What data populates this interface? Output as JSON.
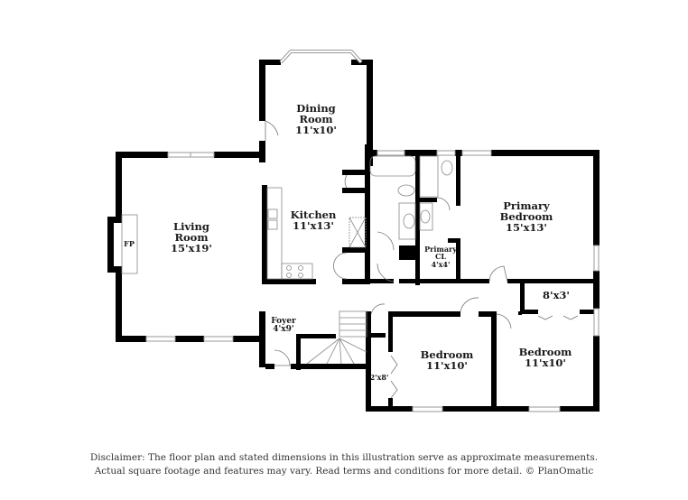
{
  "floor_plan": {
    "rooms": [
      {
        "id": "dining",
        "name_line1": "Dining",
        "name_line2": "Room",
        "dims": "11'x10'"
      },
      {
        "id": "living",
        "name_line1": "Living",
        "name_line2": "Room",
        "dims": "15'x19'"
      },
      {
        "id": "kitchen",
        "name_line1": "Kitchen",
        "dims": "11'x13'"
      },
      {
        "id": "primary_bedroom",
        "name_line1": "Primary",
        "name_line2": "Bedroom",
        "dims": "15'x13'"
      },
      {
        "id": "primary_closet",
        "name_line1": "Primary",
        "name_line2": "CL",
        "dims": "4'x4'"
      },
      {
        "id": "foyer",
        "name_line1": "Foyer",
        "dims": "4'x9'"
      },
      {
        "id": "bedroom_1",
        "name_line1": "Bedroom",
        "dims": "11'x10'"
      },
      {
        "id": "bedroom_2",
        "name_line1": "Bedroom",
        "dims": "11'x10'"
      },
      {
        "id": "closet_8x3",
        "dims": "8'x3'"
      },
      {
        "id": "closet_2x8",
        "dims": "2'x8'"
      }
    ],
    "fireplace_label": "FP",
    "colors": {
      "wall": "#000000",
      "window": "#bbbbbb",
      "fixture": "#888888",
      "text": "#1a1a1a"
    }
  },
  "disclaimer": {
    "line1": "Disclaimer: The floor plan and stated dimensions in this illustration serve as approximate measurements.",
    "line2": "Actual square footage and features may vary. Read terms and conditions for more detail. © PlanOmatic"
  }
}
